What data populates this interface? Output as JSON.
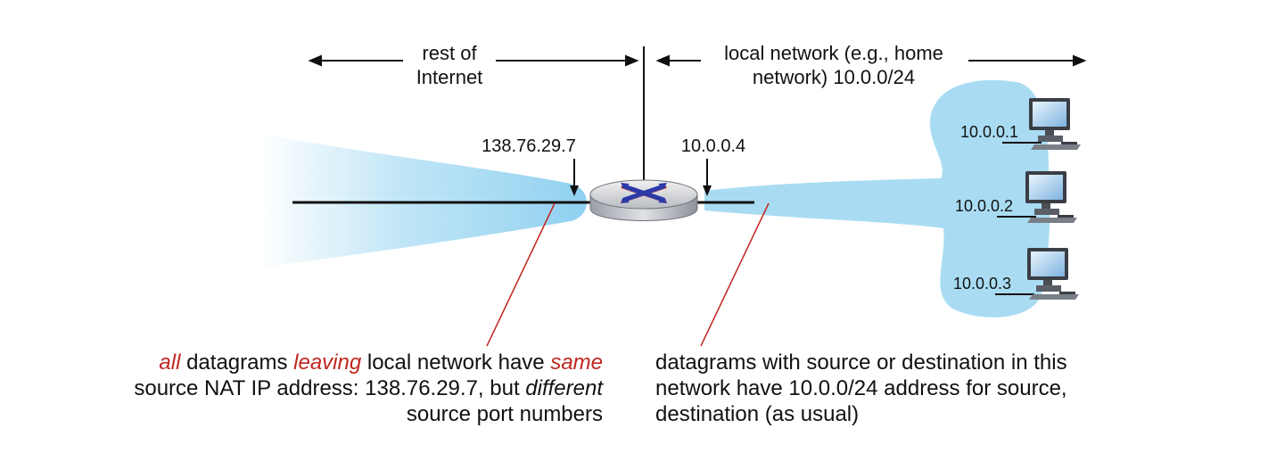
{
  "header": {
    "rest_line1": "rest of",
    "rest_line2": "Internet",
    "local_line1": "local network (e.g., home",
    "local_line2": "network) 10.0.0/24"
  },
  "router": {
    "wan_ip": "138.76.29.7",
    "lan_ip": "10.0.0.4",
    "icon": "router-icon"
  },
  "hosts": [
    {
      "ip": "10.0.0.1",
      "icon": "desktop-computer-icon"
    },
    {
      "ip": "10.0.0.2",
      "icon": "desktop-computer-icon"
    },
    {
      "ip": "10.0.0.3",
      "icon": "desktop-computer-icon"
    }
  ],
  "note_left": {
    "w1": "all",
    "t1": " datagrams ",
    "w2": "leaving",
    "t2": " local network have ",
    "w3": "same",
    "line2a": "source NAT IP address: 138.76.29.7,  but ",
    "line2b": "different",
    "line3": "source port numbers"
  },
  "note_right": {
    "line1": "datagrams with source or destination in this",
    "line2": "network have 10.0.0/24 address for  source,",
    "line3": "destination (as usual)"
  },
  "colors": {
    "cloud": "#a9dcf3",
    "annotation_line": "#c0261f",
    "router_cross": "#2b3aa8",
    "router_cross_accent": "#d0342c"
  }
}
